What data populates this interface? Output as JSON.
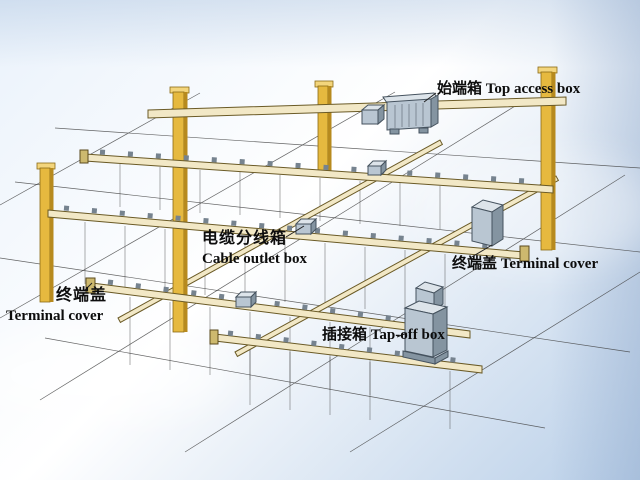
{
  "diagram": {
    "labels": {
      "top_access_box": {
        "zh": "始端箱",
        "en": "Top access box"
      },
      "cable_outlet_box": {
        "zh": "电缆分线箱",
        "en": "Cable outlet box"
      },
      "terminal_cover_right": {
        "zh": "终端盖",
        "en": "Terminal cover"
      },
      "terminal_cover_left": {
        "zh": "终端盖",
        "en": "Terminal cover"
      },
      "tap_off_box": {
        "zh": "插接箱",
        "en": "Tap-off box"
      }
    },
    "colors": {
      "bg_top": "#eaf2fb",
      "bg_mid": "#ffffff",
      "bg_bottom": "#b9cfe8",
      "line": "#3f3f3f",
      "rail": "#f2e8c6",
      "rail_outline": "#6a5a26",
      "tick": "#76838f",
      "column": "#e6b93f",
      "column_shade": "#b78a1e",
      "column_cap": "#f3d57c",
      "box": "#b9c6d2",
      "box_shade": "#8494a1",
      "box_top": "#dde4ea",
      "endcap": "#cdb96e",
      "label_text": "#0d0d0d"
    }
  }
}
